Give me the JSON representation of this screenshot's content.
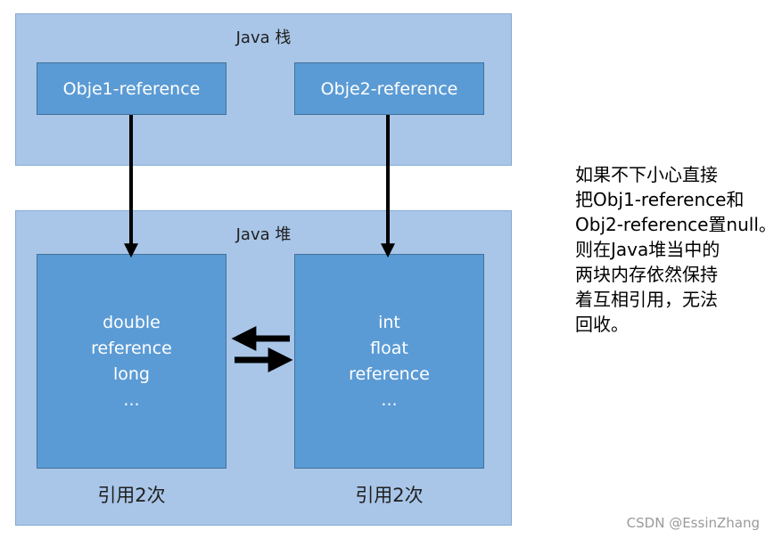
{
  "stack": {
    "title": "Java 栈",
    "refs": [
      "Obje1-reference",
      "Obje2-reference"
    ]
  },
  "heap": {
    "title": "Java 堆",
    "objects": [
      {
        "fields": [
          "double",
          "reference",
          "long",
          "..."
        ],
        "count_label": "引用2次"
      },
      {
        "fields": [
          "int",
          "float",
          "reference",
          "..."
        ],
        "count_label": "引用2次"
      }
    ]
  },
  "note": {
    "lines": [
      "如果不下小心直接",
      "把Obj1-reference和",
      "Obj2-reference置null。",
      "则在Java堆当中的",
      "两块内存依然保持",
      "着互相引用，无法",
      "回收。"
    ]
  },
  "watermark": "CSDN @EssinZhang",
  "colors": {
    "region_fill": "#a9c6e8",
    "box_fill": "#5b9bd5",
    "arrow": "#000000"
  }
}
